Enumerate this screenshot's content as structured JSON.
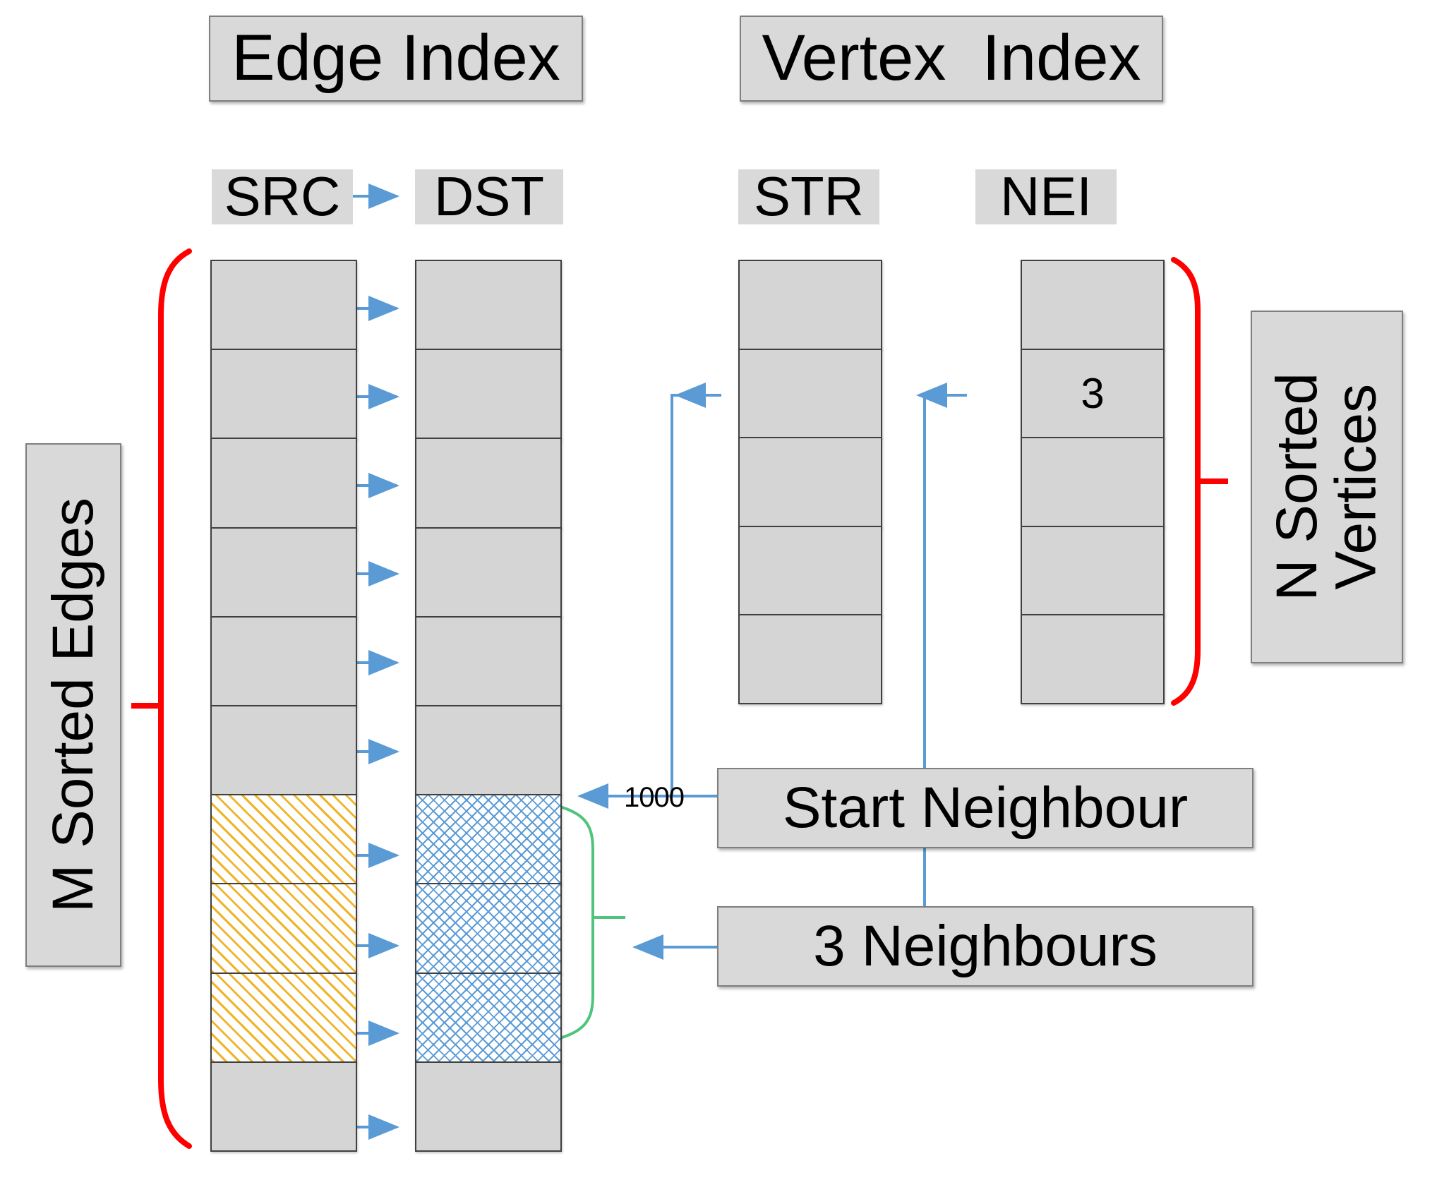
{
  "headers": {
    "edge_index": "Edge Index",
    "vertex_index": "Vertex  Index"
  },
  "columns": {
    "src": {
      "title": "SRC",
      "rows": [
        {
          "fill": "gray",
          "value": ""
        },
        {
          "fill": "gray",
          "value": ""
        },
        {
          "fill": "gray",
          "value": ""
        },
        {
          "fill": "gray",
          "value": ""
        },
        {
          "fill": "gray",
          "value": ""
        },
        {
          "fill": "gray",
          "value": ""
        },
        {
          "fill": "yellow-hatch",
          "value": ""
        },
        {
          "fill": "yellow-hatch",
          "value": ""
        },
        {
          "fill": "yellow-hatch",
          "value": ""
        },
        {
          "fill": "gray",
          "value": ""
        }
      ]
    },
    "dst": {
      "title": "DST",
      "rows": [
        {
          "fill": "gray",
          "value": ""
        },
        {
          "fill": "gray",
          "value": ""
        },
        {
          "fill": "gray",
          "value": ""
        },
        {
          "fill": "gray",
          "value": ""
        },
        {
          "fill": "gray",
          "value": ""
        },
        {
          "fill": "gray",
          "value": ""
        },
        {
          "fill": "blue-cross",
          "value": ""
        },
        {
          "fill": "blue-cross",
          "value": ""
        },
        {
          "fill": "blue-cross",
          "value": ""
        },
        {
          "fill": "gray",
          "value": ""
        }
      ]
    },
    "str": {
      "title": "STR",
      "rows": [
        {
          "fill": "gray",
          "value": ""
        },
        {
          "fill": "gray",
          "value": ""
        },
        {
          "fill": "gray",
          "value": ""
        },
        {
          "fill": "gray",
          "value": ""
        },
        {
          "fill": "gray",
          "value": ""
        }
      ]
    },
    "nei": {
      "title": "NEI",
      "rows": [
        {
          "fill": "gray",
          "value": ""
        },
        {
          "fill": "gray",
          "value": "3"
        },
        {
          "fill": "gray",
          "value": ""
        },
        {
          "fill": "gray",
          "value": ""
        },
        {
          "fill": "gray",
          "value": ""
        }
      ]
    }
  },
  "brackets": {
    "m_sorted_edges": "M Sorted Edges",
    "n_sorted_vertices": "N Sorted\nVertices"
  },
  "callouts": {
    "start_neighbour": "Start Neighbour",
    "three_neighbours": "3 Neighbours",
    "offset_value": "1000"
  },
  "colors": {
    "box_fill": "#d9d9d9",
    "cell_fill": "#d5d5d5",
    "cell_border": "#404040",
    "arrow_blue": "#5b9bd5",
    "bracket_red": "#ff0000",
    "brace_green": "#4ec47c",
    "hatch_yellow": "#f0b428",
    "cross_blue": "#5b9bd5"
  }
}
